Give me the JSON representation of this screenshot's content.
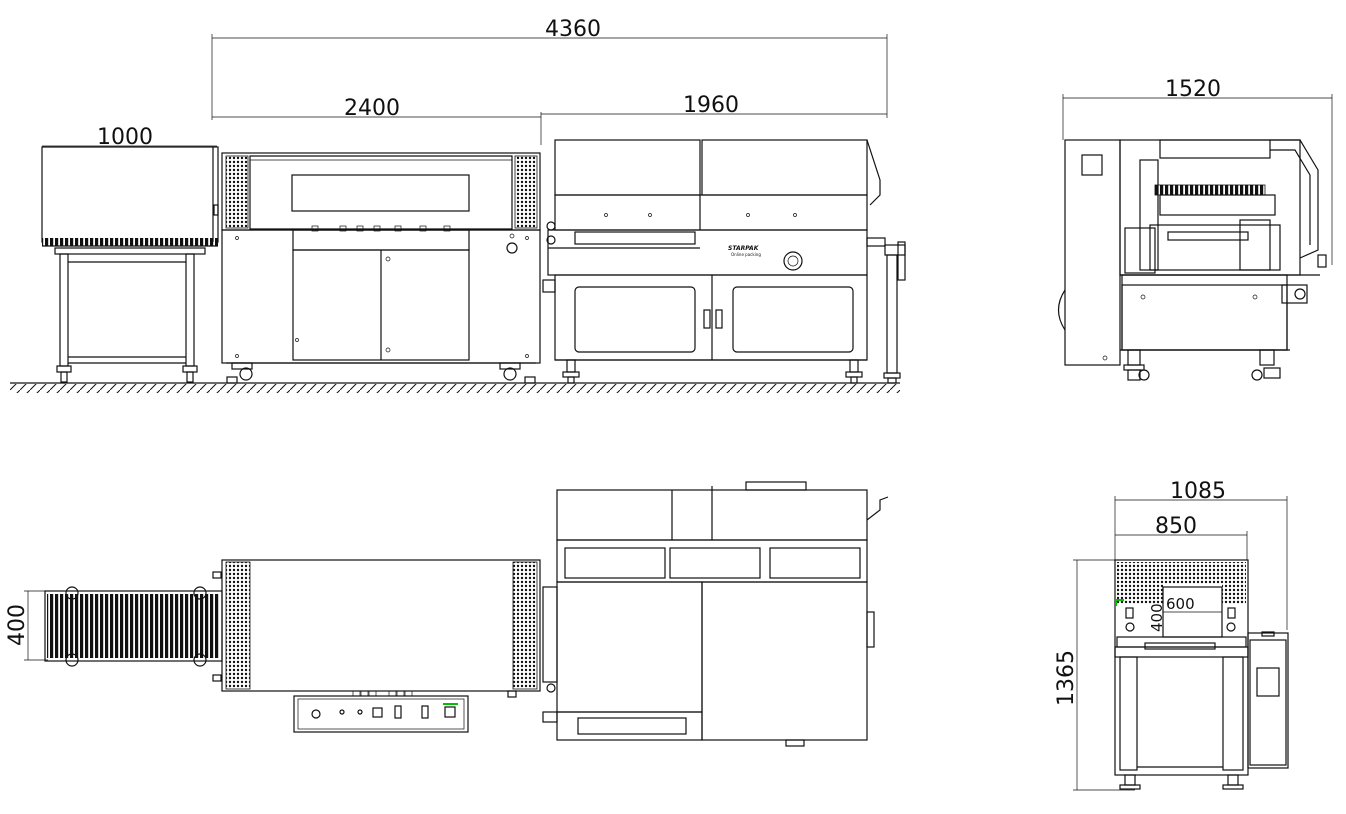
{
  "dimensions": {
    "overall_length": "4360",
    "tunnel_length": "2400",
    "sealer_length": "1960",
    "infeed_length": "1000",
    "side_width": "1520",
    "top_conveyor_width": "400",
    "end_outer_width": "1085",
    "end_inner_width": "850",
    "opening_width": "600",
    "opening_height": "400",
    "total_height": "1365"
  },
  "brand": {
    "logo_text": "STARPAK",
    "logo_sub": "Online packing"
  },
  "views": [
    "front-view",
    "side-view",
    "top-view",
    "end-view"
  ],
  "colors": {
    "line": "#111111",
    "background": "#ffffff",
    "accent": "#00c000"
  }
}
